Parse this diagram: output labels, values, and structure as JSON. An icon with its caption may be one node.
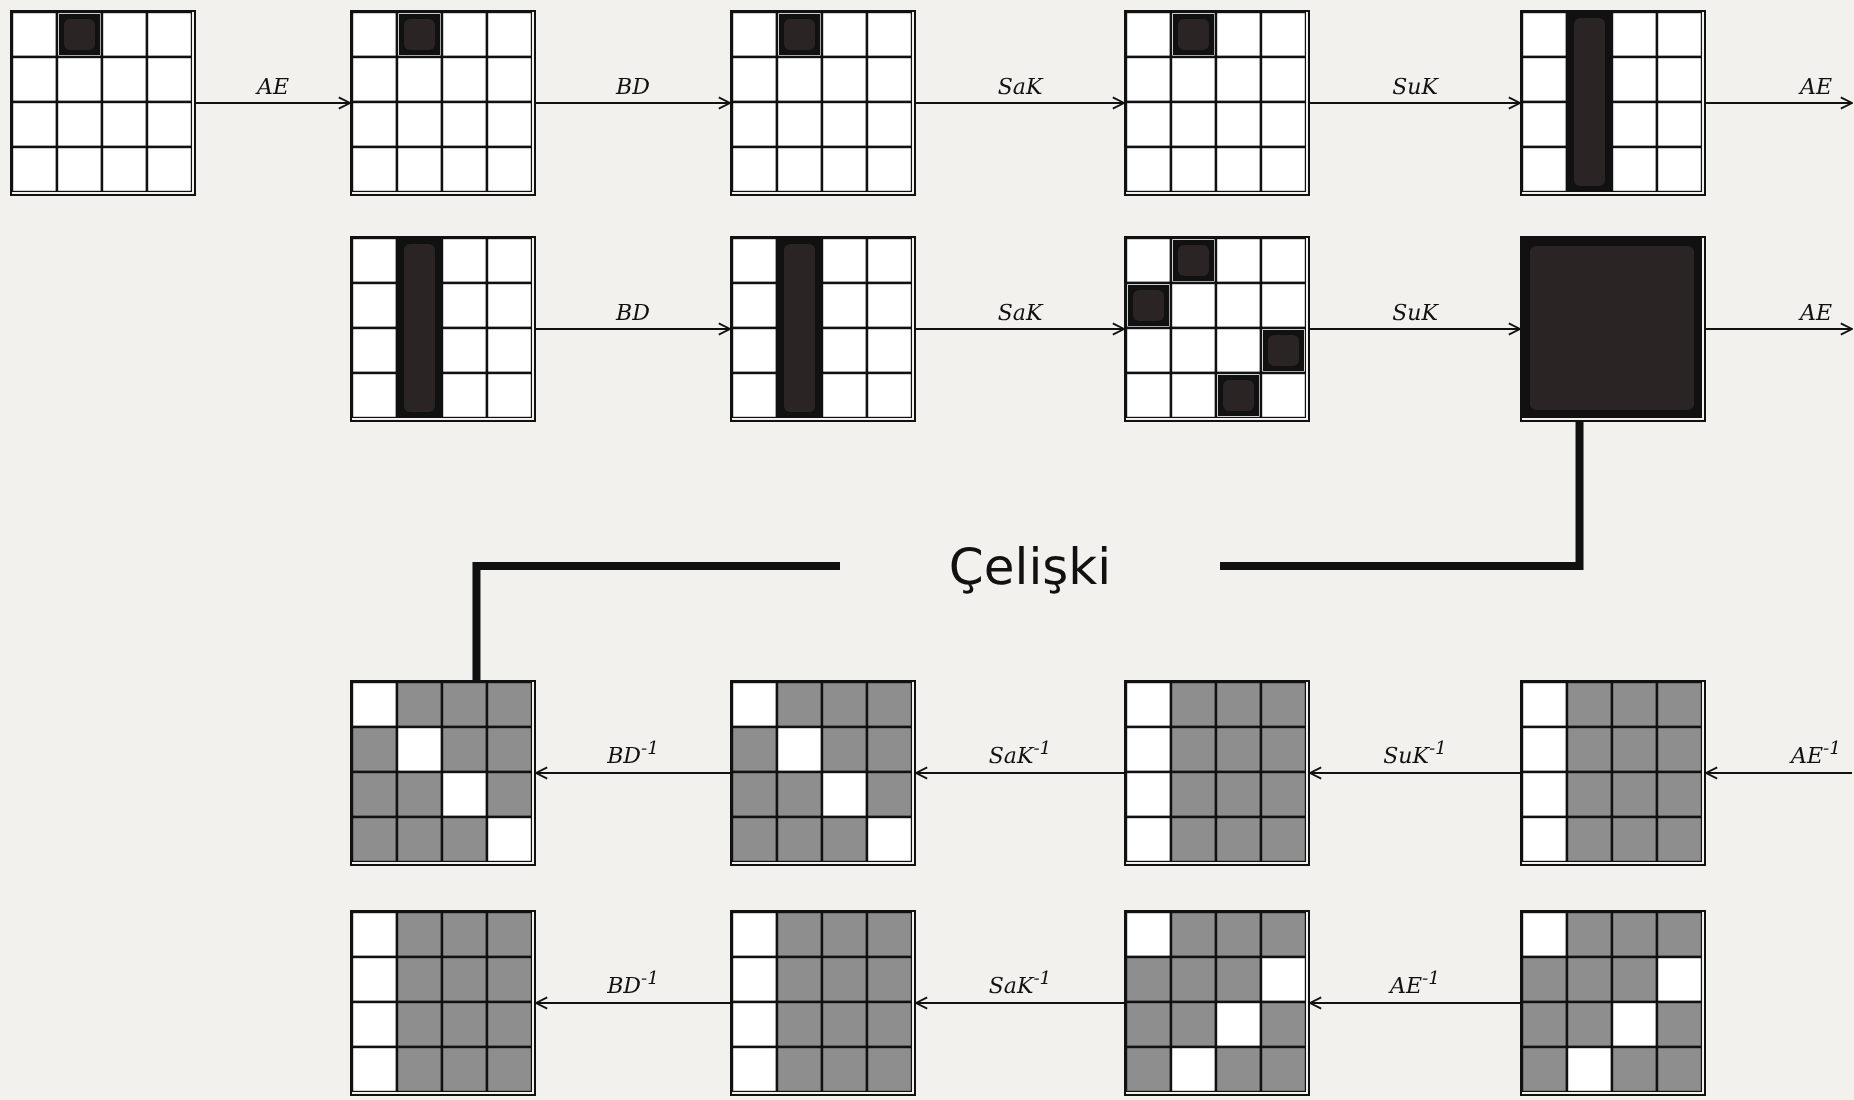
{
  "diagram": {
    "nodes": [
      {
        "text": [],
        "shape": "grid"
      },
      {
        "text": [],
        "shape": "grid"
      },
      {
        "text": [],
        "shape": "grid"
      },
      {
        "text": [],
        "shape": "grid"
      },
      {
        "text": [],
        "shape": "grid"
      },
      {
        "text": [],
        "shape": "grid"
      },
      {
        "text": [],
        "shape": "grid"
      },
      {
        "text": [],
        "shape": "grid"
      },
      {
        "text": [],
        "shape": "grid"
      },
      {
        "text": [
          "Çelişki"
        ]
      },
      {
        "text": [],
        "shape": "grid"
      },
      {
        "text": [],
        "shape": "grid"
      },
      {
        "text": [],
        "shape": "grid"
      },
      {
        "text": [],
        "shape": "grid"
      },
      {
        "text": [],
        "shape": "grid"
      },
      {
        "text": [],
        "shape": "grid"
      },
      {
        "text": [],
        "shape": "grid"
      },
      {
        "text": [],
        "shape": "grid"
      }
    ],
    "edges": [
      {
        "from": 0,
        "to": 1,
        "arrow": "to",
        "label": "AE"
      },
      {
        "from": 1,
        "to": 2,
        "arrow": "to",
        "label": "BD"
      },
      {
        "from": 2,
        "to": 3,
        "arrow": "to",
        "label": "SaK"
      },
      {
        "from": 3,
        "to": 4,
        "arrow": "to",
        "label": "SuK"
      },
      {
        "from": 4,
        "to": null,
        "arrow": "to",
        "label": "AE"
      },
      {
        "from": 5,
        "to": 6,
        "arrow": "to",
        "label": "BD"
      },
      {
        "from": 6,
        "to": 7,
        "arrow": "to",
        "label": "SaK"
      },
      {
        "from": 7,
        "to": 8,
        "arrow": "to",
        "label": "SuK"
      },
      {
        "from": 8,
        "to": null,
        "arrow": "to",
        "label": "AE"
      },
      {
        "from": 8,
        "to": 9,
        "arrow": "none",
        "style": "thick"
      },
      {
        "from": 9,
        "to": 10,
        "arrow": "none",
        "style": "thick"
      },
      {
        "from": null,
        "to": 13,
        "arrow": "to",
        "label": "AE$^{-1}$"
      },
      {
        "from": 13,
        "to": 12,
        "arrow": "to",
        "label": "SuK$^{-1}$"
      },
      {
        "from": 12,
        "to": 11,
        "arrow": "to",
        "label": "SaK$^{-1}$"
      },
      {
        "from": 11,
        "to": 10,
        "arrow": "to",
        "label": "BD$^{-1}$"
      },
      {
        "from": 17,
        "to": 16,
        "arrow": "to",
        "label": "AE$^{-1}$"
      },
      {
        "from": 16,
        "to": 15,
        "arrow": "to",
        "label": "SaK$^{-1}$"
      },
      {
        "from": 15,
        "to": 14,
        "arrow": "to",
        "label": "BD$^{-1}$"
      }
    ]
  }
}
